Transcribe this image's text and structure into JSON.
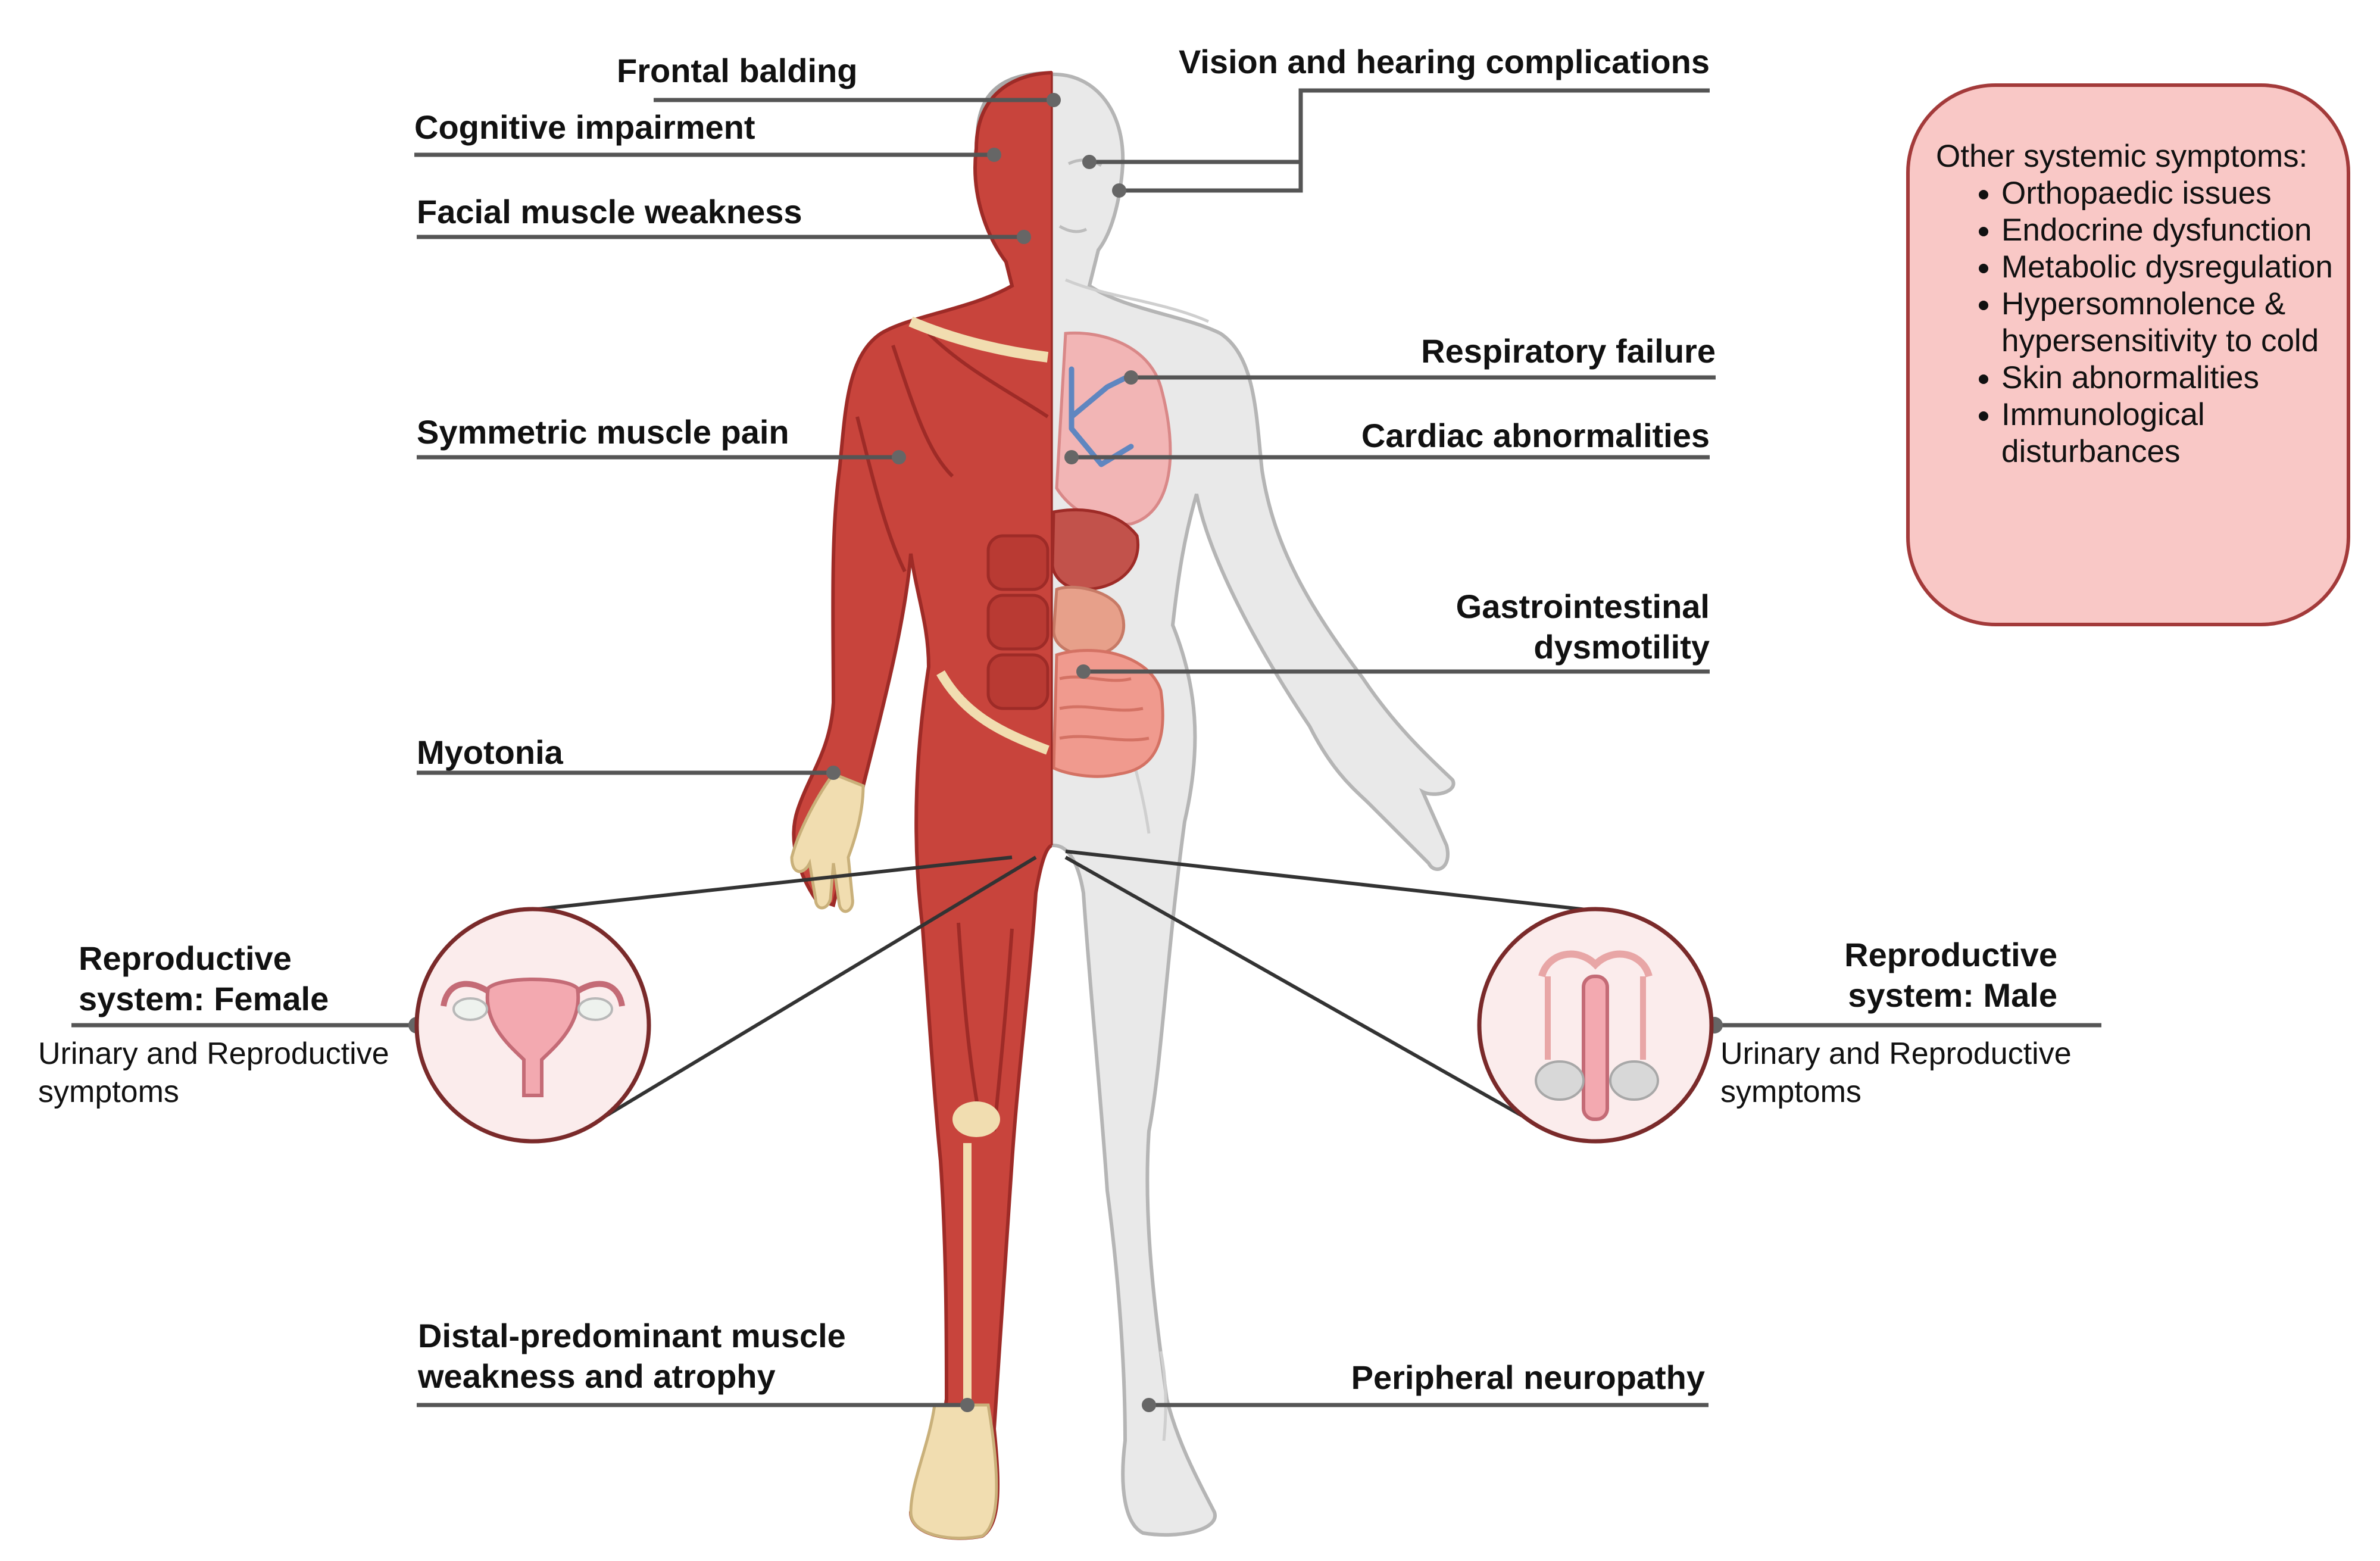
{
  "labels": {
    "frontal_balding": "Frontal balding",
    "cognitive_impairment": "Cognitive impairment",
    "facial_muscle_weakness": "Facial muscle weakness",
    "symmetric_muscle_pain": "Symmetric muscle pain",
    "myotonia": "Myotonia",
    "vision_hearing": "Vision and hearing complications",
    "respiratory_failure": "Respiratory failure",
    "cardiac_abnormalities": "Cardiac abnormalities",
    "gastrointestinal_line1": "Gastrointestinal",
    "gastrointestinal_line2": "dysmotility",
    "distal_line1": "Distal-predominant muscle",
    "distal_line2": "weakness and atrophy",
    "peripheral_neuropathy": "Peripheral neuropathy"
  },
  "reproductive_female": {
    "title_line1": "Reproductive",
    "title_line2": "system: Female",
    "desc_line1": "Urinary and Reproductive",
    "desc_line2": "symptoms"
  },
  "reproductive_male": {
    "title_line1": "Reproductive",
    "title_line2": "system: Male",
    "desc_line1": "Urinary and Reproductive",
    "desc_line2": "symptoms"
  },
  "systemic": {
    "title": "Other systemic symptoms:",
    "items": [
      "Orthopaedic issues",
      "Endocrine dysfunction",
      "Metabolic dysregulation",
      "Hypersomnolence & hypersensitivity to cold",
      "Skin abnormalities",
      "Immunological disturbances"
    ]
  },
  "colors": {
    "muscle": "#c8443c",
    "muscle_dark": "#9e2b27",
    "skin_gray": "#e9e9e9",
    "outline": "#b5b5b5",
    "leader_line": "#555555",
    "box_fill": "#f9c8c6",
    "box_border": "#a33a3a",
    "tendon": "#f1ddb0",
    "lung": "#f2b5b5",
    "airway": "#5f86c0",
    "intestine": "#f09a8e"
  }
}
